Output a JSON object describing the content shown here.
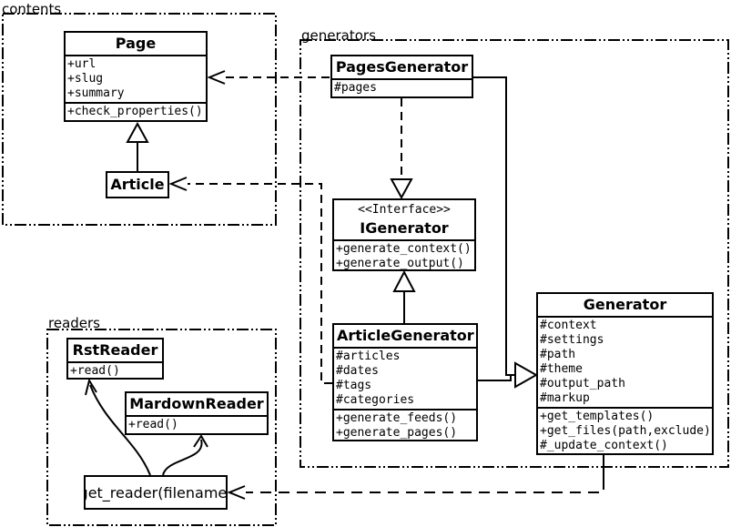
{
  "packages": {
    "contents": {
      "label": "contents"
    },
    "generators": {
      "label": "generators"
    },
    "readers": {
      "label": "readers"
    }
  },
  "classes": {
    "page": {
      "title": "Page",
      "attributes": [
        "+url",
        "+slug",
        "+summary"
      ],
      "methods": [
        "+check_properties()"
      ]
    },
    "article": {
      "title": "Article"
    },
    "pages_generator": {
      "title": "PagesGenerator",
      "attributes": [
        "#pages"
      ]
    },
    "igenerator": {
      "stereotype": "<<Interface>>",
      "title": "IGenerator",
      "methods": [
        "+generate_context()",
        "+generate_output()"
      ]
    },
    "article_generator": {
      "title": "ArticleGenerator",
      "attributes": [
        "#articles",
        "#dates",
        "#tags",
        "#categories"
      ],
      "methods": [
        "+generate_feeds()",
        "+generate_pages()"
      ]
    },
    "generator": {
      "title": "Generator",
      "attributes": [
        "#context",
        "#settings",
        "#path",
        "#theme",
        "#output_path",
        "#markup"
      ],
      "methods": [
        "+get_templates()",
        "+get_files(path,exclude)",
        "#_update_context()"
      ]
    },
    "rst_reader": {
      "title": "RstReader",
      "methods": [
        "+read()"
      ]
    },
    "mardown_reader": {
      "title": "MardownReader",
      "methods": [
        "+read()"
      ]
    },
    "get_reader": {
      "label": "get_reader(filename)"
    }
  },
  "colors": {
    "line": "#000000",
    "background": "#ffffff",
    "box_fill": "#ffffff"
  }
}
